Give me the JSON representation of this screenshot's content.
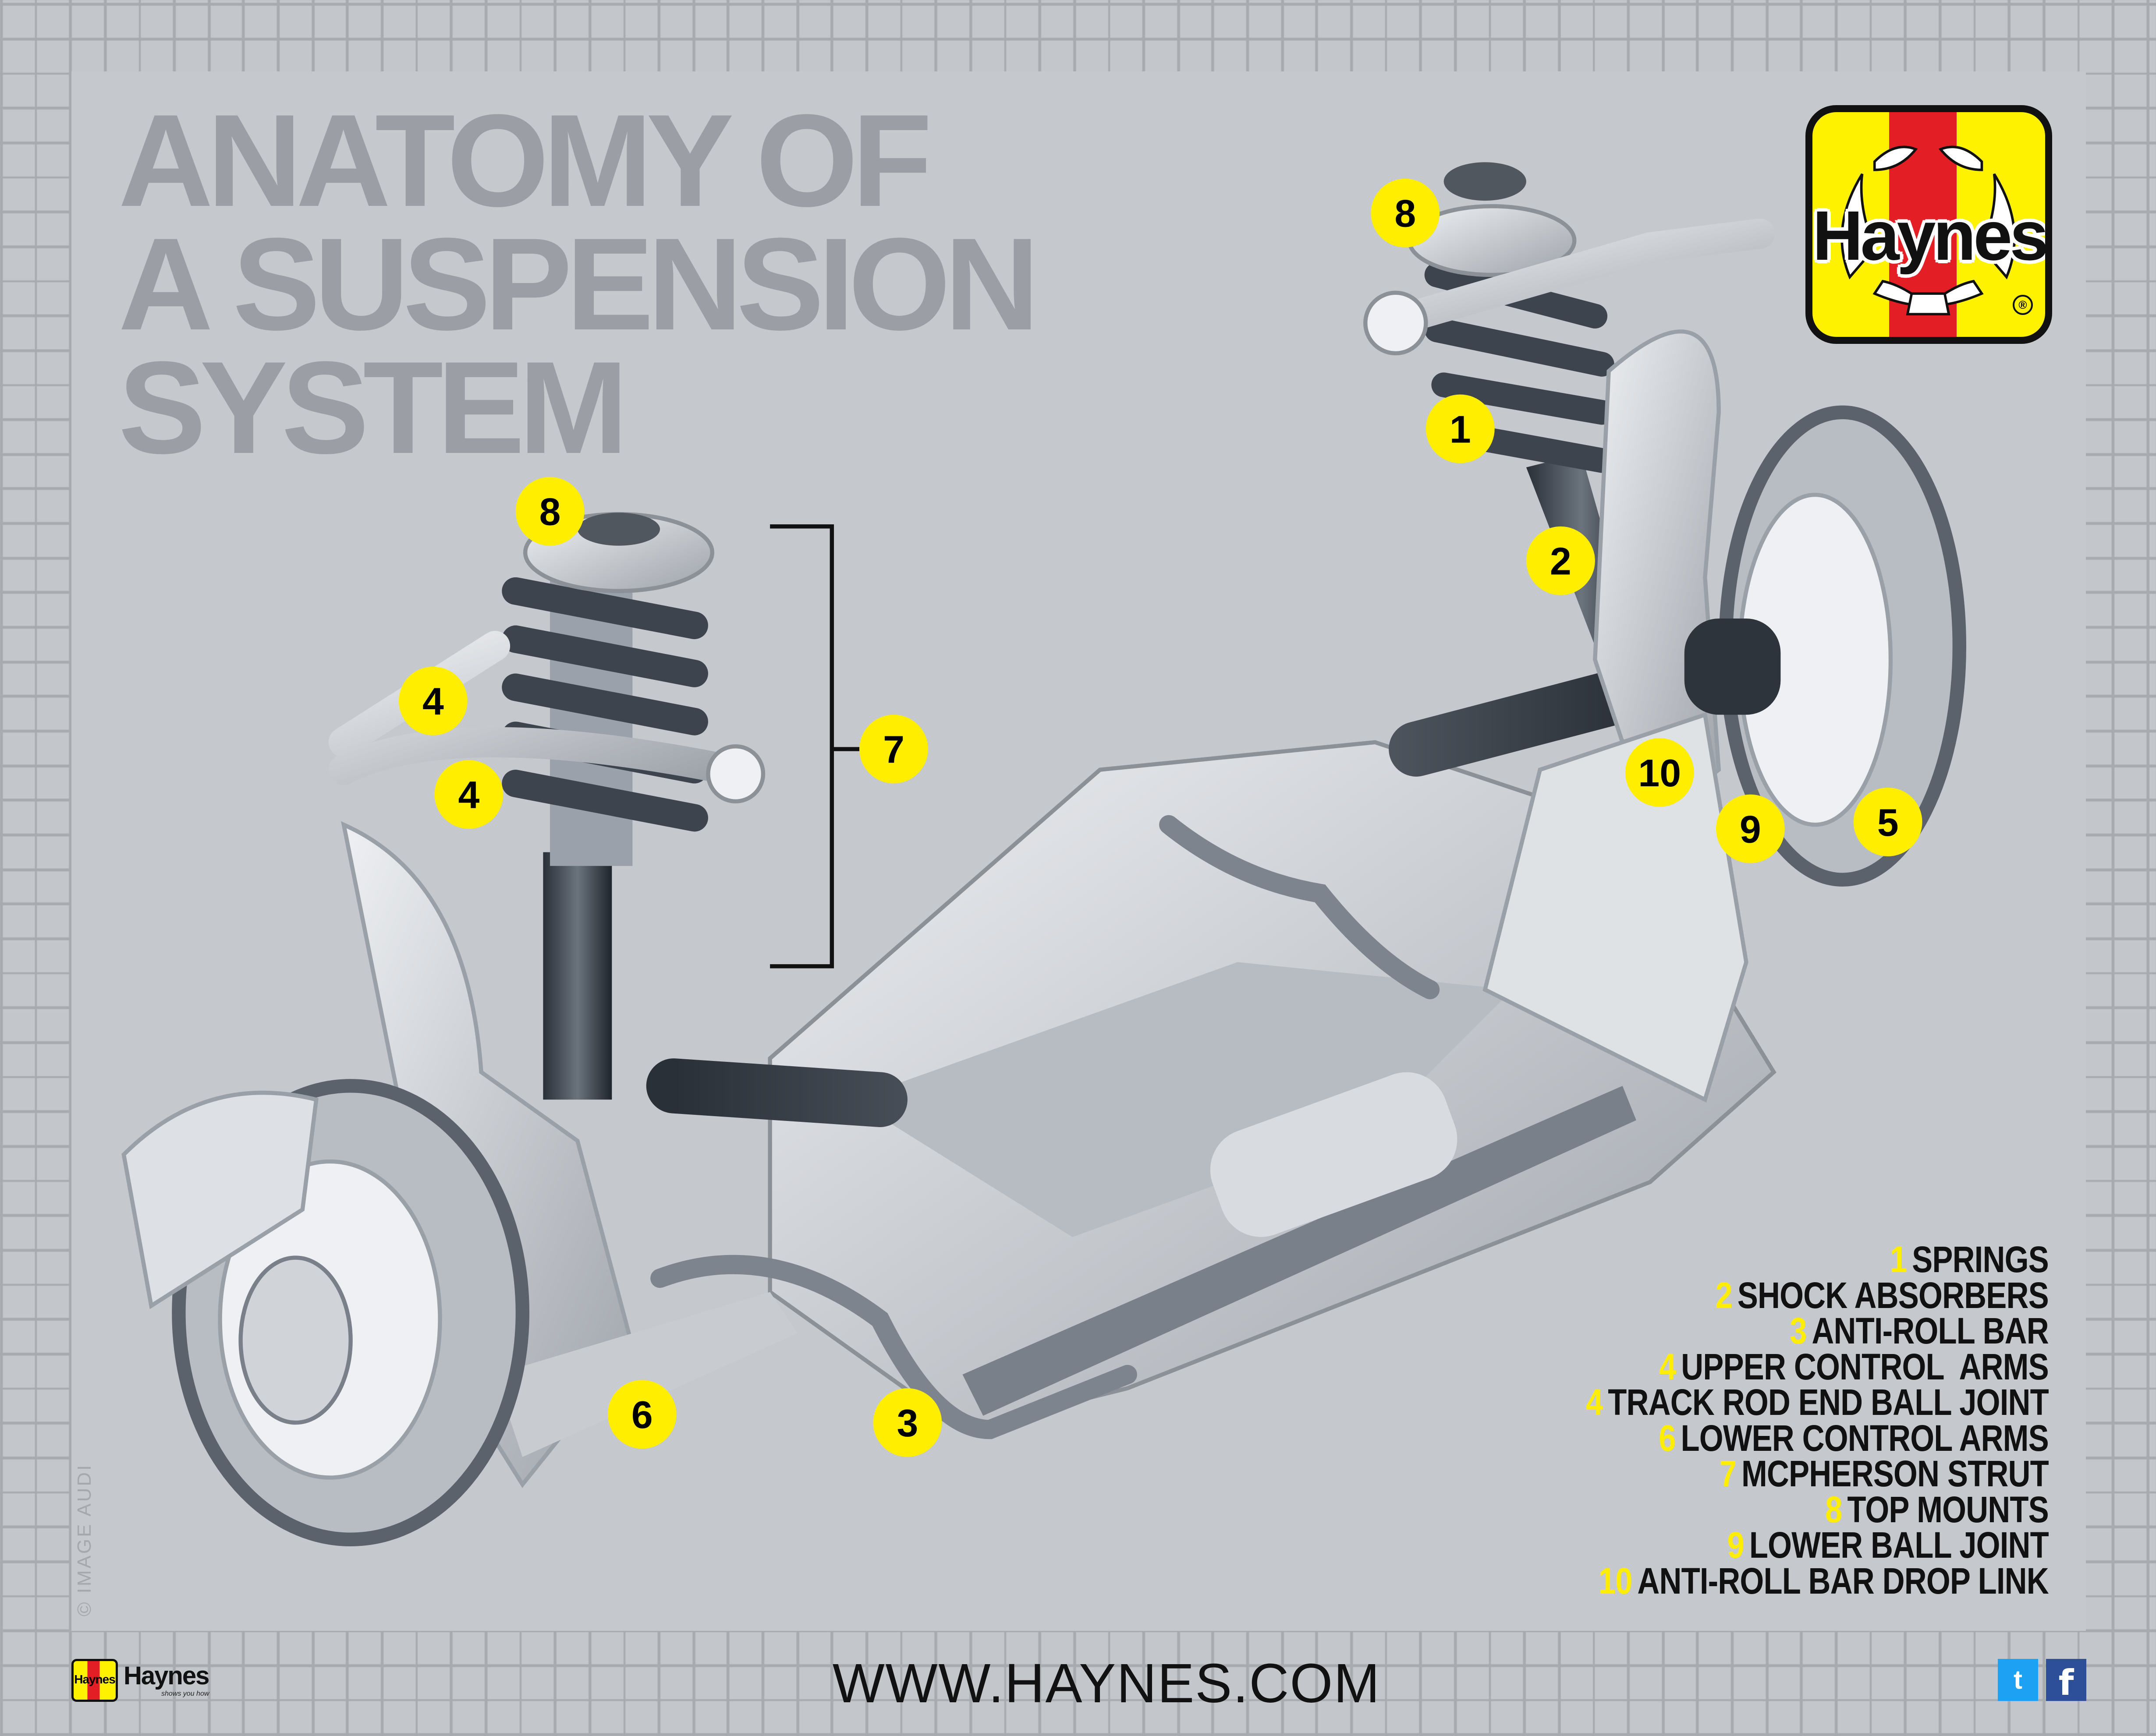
{
  "title": {
    "lines": [
      "ANATOMY OF",
      "A SUSPENSION",
      "SYSTEM"
    ]
  },
  "logo": {
    "brand": "Haynes",
    "registered": "®"
  },
  "callouts": [
    "8",
    "1",
    "2",
    "10",
    "9",
    "5",
    "8",
    "4",
    "4",
    "7",
    "6",
    "3"
  ],
  "legend": [
    {
      "num": "1",
      "label": "SPRINGS"
    },
    {
      "num": "2",
      "label": "SHOCK ABSORBERS"
    },
    {
      "num": "3",
      "label": "ANTI-ROLL BAR"
    },
    {
      "num": "4",
      "label": "UPPER CONTROL  ARMS"
    },
    {
      "num": "4",
      "label": "TRACK ROD END BALL JOINT"
    },
    {
      "num": "6",
      "label": "LOWER CONTROL ARMS"
    },
    {
      "num": "7",
      "label": "MCPHERSON STRUT"
    },
    {
      "num": "8",
      "label": "TOP MOUNTS"
    },
    {
      "num": "9",
      "label": "LOWER BALL JOINT"
    },
    {
      "num": "10",
      "label": "ANTI-ROLL BAR DROP LINK"
    }
  ],
  "credit": "© IMAGE AUDI",
  "footer": {
    "mini_logo": "Haynes",
    "brand": "Haynes",
    "tagline": "shows you how",
    "url": "WWW.HAYNES.COM",
    "twitter_icon": "t",
    "facebook_icon": "f"
  },
  "colors": {
    "callout": "#ffee00",
    "logo_yellow": "#fff200",
    "logo_red": "#e31e24",
    "twitter": "#1da1f2",
    "facebook": "#2d4f9a"
  }
}
